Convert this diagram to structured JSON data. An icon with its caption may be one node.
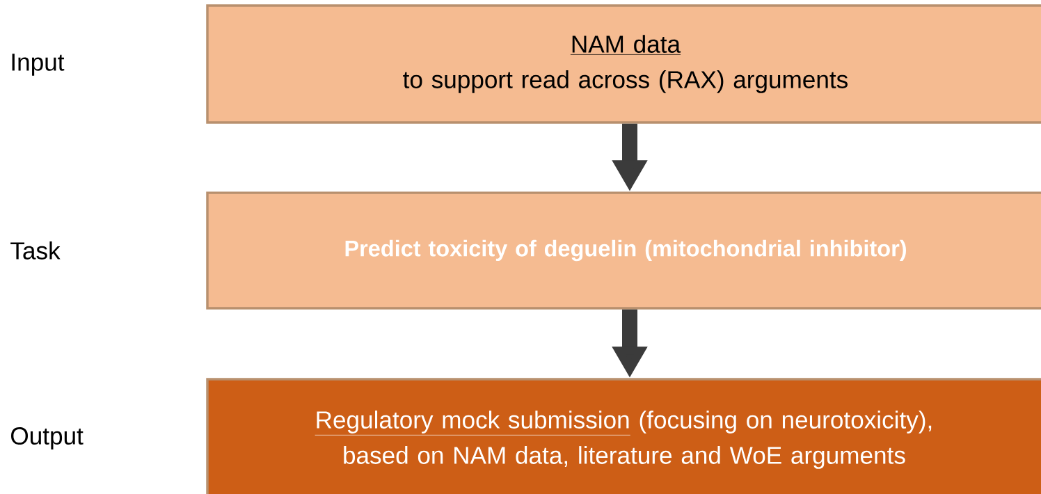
{
  "diagram": {
    "nodes": [
      {
        "text": [
          "NAM data",
          "to  support read across (RAX) arguments"
        ]
      },
      {
        "text": [
          "Predict toxicity of deguelin (mitochondrial inhibitor)"
        ]
      },
      {
        "text": [
          "Regulatory mock submission",
          "(focusing on neurotoxicity), based on NAM data, literature and WoE arguments"
        ]
      }
    ],
    "labels": [
      "Input",
      "Task",
      "Output"
    ],
    "edges": [
      {
        "from": 0,
        "to": 1,
        "arrow": "to"
      },
      {
        "from": 1,
        "to": 2,
        "arrow": "to"
      }
    ]
  }
}
